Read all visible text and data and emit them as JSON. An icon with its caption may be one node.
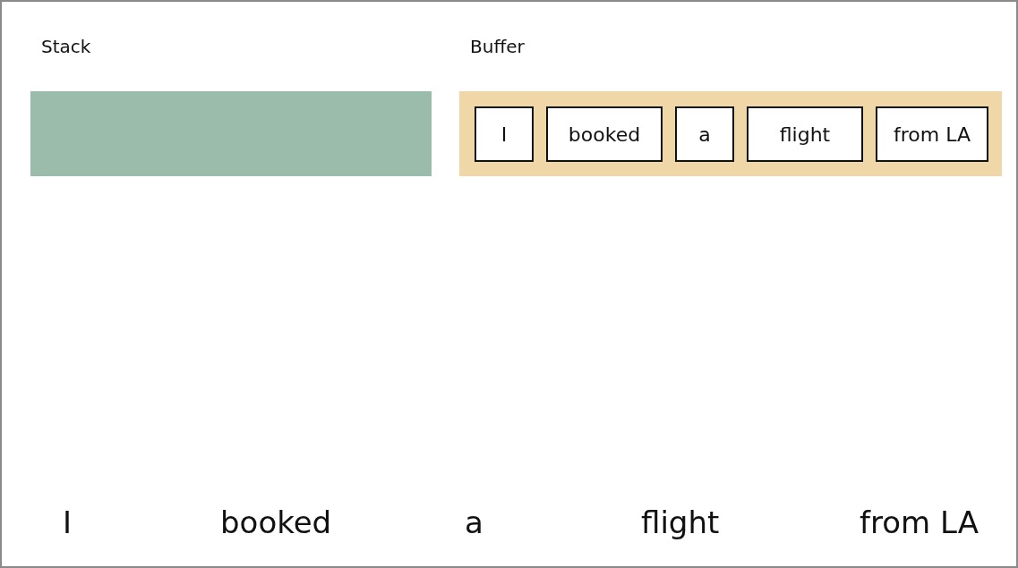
{
  "diagram": {
    "nodes": [
      {
        "text": [
          "Stack"
        ]
      },
      {
        "text": [
          "Buffer"
        ]
      },
      {
        "text": [
          "I"
        ],
        "in": 1
      },
      {
        "text": [
          "booked"
        ],
        "in": 1
      },
      {
        "text": [
          "a"
        ],
        "in": 1
      },
      {
        "text": [
          "flight"
        ],
        "in": 1
      },
      {
        "text": [
          "from LA"
        ],
        "in": 1
      }
    ],
    "edges": [],
    "labels": [
      "I",
      "booked",
      "a",
      "flight",
      "from LA"
    ]
  }
}
